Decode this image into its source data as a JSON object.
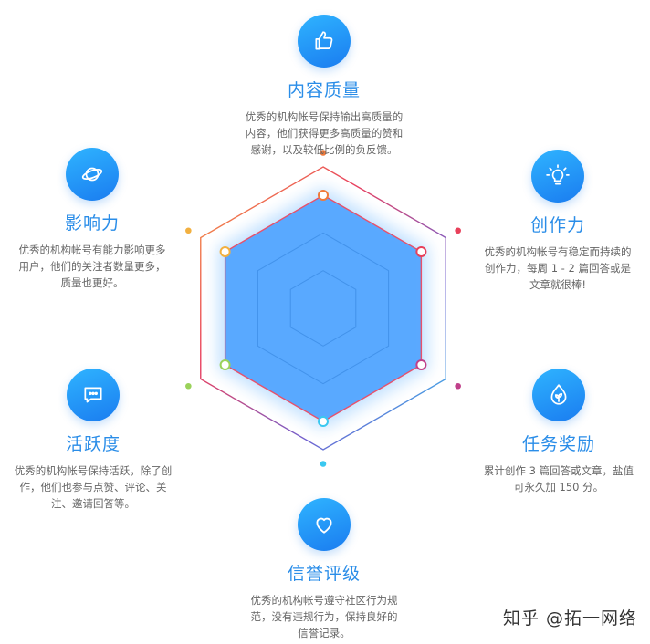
{
  "features": [
    {
      "id": "content",
      "title": "内容质量",
      "icon": "thumbs-up-icon",
      "desc": [
        "优秀的机构帐号保持输出高质量的",
        "内容，他们获得更多高质量的赞和",
        "感谢，以及较低比例的负反馈。"
      ]
    },
    {
      "id": "creation",
      "title": "创作力",
      "icon": "lightbulb-icon",
      "desc": [
        "优秀的机构帐号有稳定而持续的",
        "创作力，每周 1 - 2 篇回答或是",
        "文章就很棒!"
      ]
    },
    {
      "id": "task",
      "title": "任务奖励",
      "icon": "sprout-drop-icon",
      "desc": [
        "累计创作 3 篇回答或文章，盐值",
        "可永久加 150 分。"
      ]
    },
    {
      "id": "credit",
      "title": "信誉评级",
      "icon": "heart-icon",
      "desc": [
        "优秀的机构帐号遵守社区行为规",
        "范，没有违规行为，保持良好的",
        "信誉记录。"
      ]
    },
    {
      "id": "activity",
      "title": "活跃度",
      "icon": "chat-icon",
      "desc": [
        "优秀的机构帐号保持活跃，除了创",
        "作，他们也参与点赞、评论、关",
        "注、邀请回答等。"
      ]
    },
    {
      "id": "influence",
      "title": "影响力",
      "icon": "planet-icon",
      "desc": [
        "优秀的机构帐号有能力影响更多",
        "用户，他们的关注者数量更多，",
        "质量也更好。"
      ]
    }
  ],
  "radar": {
    "axis_order": [
      "内容质量",
      "创作力",
      "任务奖励",
      "信誉评级",
      "活跃度",
      "影响力"
    ],
    "values": [
      0.8,
      0.8,
      0.8,
      0.8,
      0.8,
      0.8
    ],
    "grid_levels": 3,
    "axis_colors": [
      "#f07a3a",
      "#e8405a",
      "#c0408a",
      "#3ac8f0",
      "#9ad25a",
      "#f2b040"
    ]
  },
  "watermark": "知乎 @拓一网络"
}
